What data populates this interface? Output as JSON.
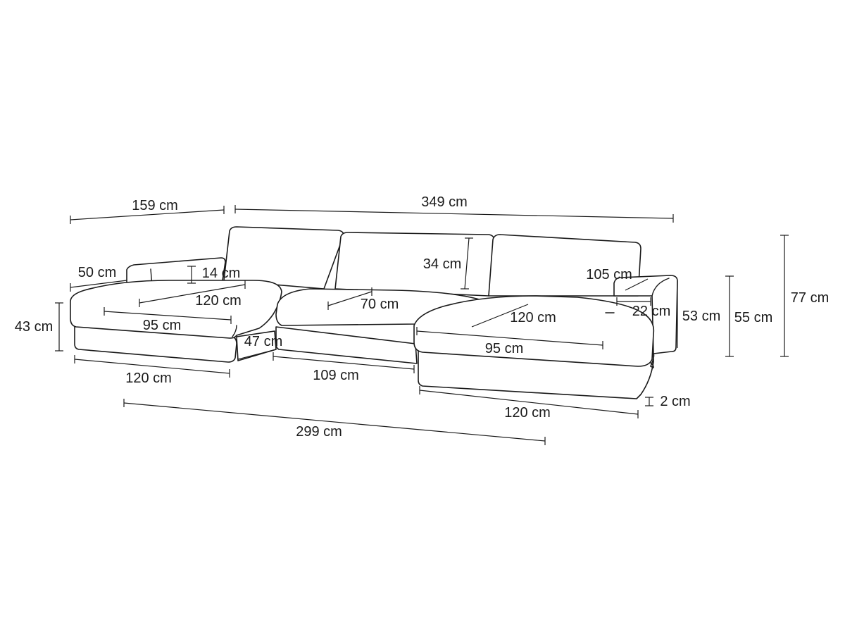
{
  "dimensions": {
    "total_width": "349 cm",
    "chaise_depth": "159 cm",
    "back_cushion_height": "34 cm",
    "armrest_width": "50 cm",
    "armrest_height": "14 cm",
    "left_chaise_cushion_length": "120 cm",
    "left_chaise_cushion_width": "95 cm",
    "seat_height": "43 cm",
    "middle_seat_depth": "70 cm",
    "middle_seat_width_front": "109 cm",
    "left_chaise_base_length": "120 cm",
    "overall_base_length": "299 cm",
    "left_chaise_gap": "47 cm",
    "right_chaise_cushion_length": "120 cm",
    "right_chaise_cushion_width": "95 cm",
    "right_chaise_base_length": "120 cm",
    "right_arm_length": "105 cm",
    "right_arm_width": "22 cm",
    "right_arm_height": "53 cm",
    "seat_to_arm_height": "55 cm",
    "total_height": "77 cm",
    "feet_height": "2 cm"
  },
  "colors": {
    "line": "#1a1a1a",
    "background": "#ffffff"
  }
}
